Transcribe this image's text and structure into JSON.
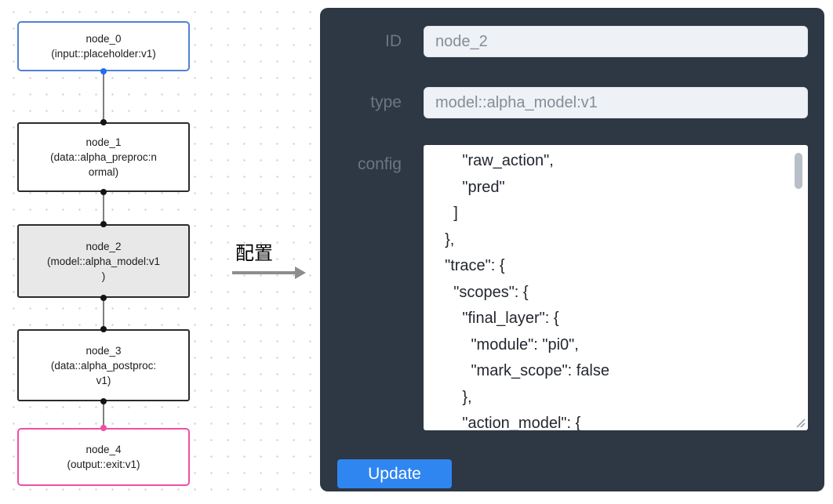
{
  "flowchart": {
    "nodes": [
      {
        "id": "node_0",
        "label": "node_0\n(input::placeholder:v1)"
      },
      {
        "id": "node_1",
        "label": "node_1\n(data::alpha_preproc:n\normal)"
      },
      {
        "id": "node_2",
        "label": "node_2\n(model::alpha_model:v1\n)"
      },
      {
        "id": "node_3",
        "label": "node_3\n(data::alpha_postproc:\nv1)"
      },
      {
        "id": "node_4",
        "label": "node_4\n(output::exit:v1)"
      }
    ]
  },
  "annotation": {
    "label": "配置"
  },
  "panel": {
    "id_field": {
      "label": "ID",
      "value": "node_2"
    },
    "type_field": {
      "label": "type",
      "value": "model::alpha_model:v1"
    },
    "config_field": {
      "label": "config",
      "value": "      \"raw_action\",\n      \"pred\"\n    ]\n  },\n  \"trace\": {\n    \"scopes\": {\n      \"final_layer\": {\n        \"module\": \"pi0\",\n        \"mark_scope\": false\n      },\n      \"action_model\": {"
    },
    "update_button": "Update"
  },
  "colors": {
    "input_node_border": "#4f83d2",
    "default_node_border": "#2b2b2b",
    "selected_node_fill": "#e8e8e8",
    "output_node_border": "#ee4fa5",
    "port_input": "#1f6ff0",
    "port_default": "#141414",
    "port_output": "#ee4fa5",
    "panel_background": "#2e3744",
    "button_accent": "#2f86f0"
  }
}
